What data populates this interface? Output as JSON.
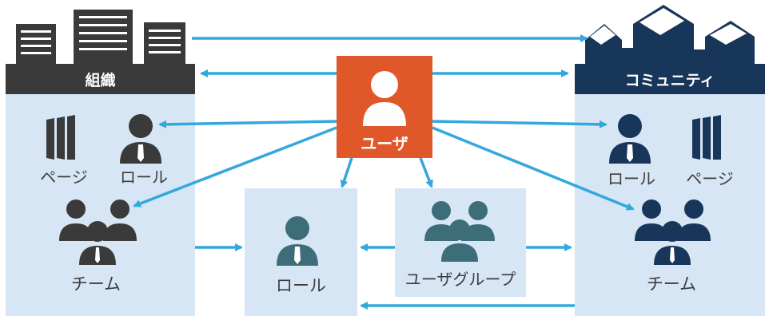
{
  "colors": {
    "panel": "#d6e6f5",
    "org_dark": "#3a3a3a",
    "community_navy": "#18365a",
    "user_orange": "#e0582a",
    "arrow_blue": "#33a8dc",
    "teal_icon": "#3d6d78"
  },
  "left": {
    "header": "組織",
    "pages_label": "ページ",
    "role_label": "ロール",
    "team_label": "チーム"
  },
  "right": {
    "header": "コミュニティ",
    "role_label": "ロール",
    "pages_label": "ページ",
    "team_label": "チーム"
  },
  "user": {
    "label": "ユーザ"
  },
  "center": {
    "role_label": "ロール",
    "usergroup_label": "ユーザグループ"
  },
  "icons": [
    "building-icon",
    "house-icon",
    "document-icon",
    "person-icon",
    "team-icon",
    "user-icon"
  ]
}
